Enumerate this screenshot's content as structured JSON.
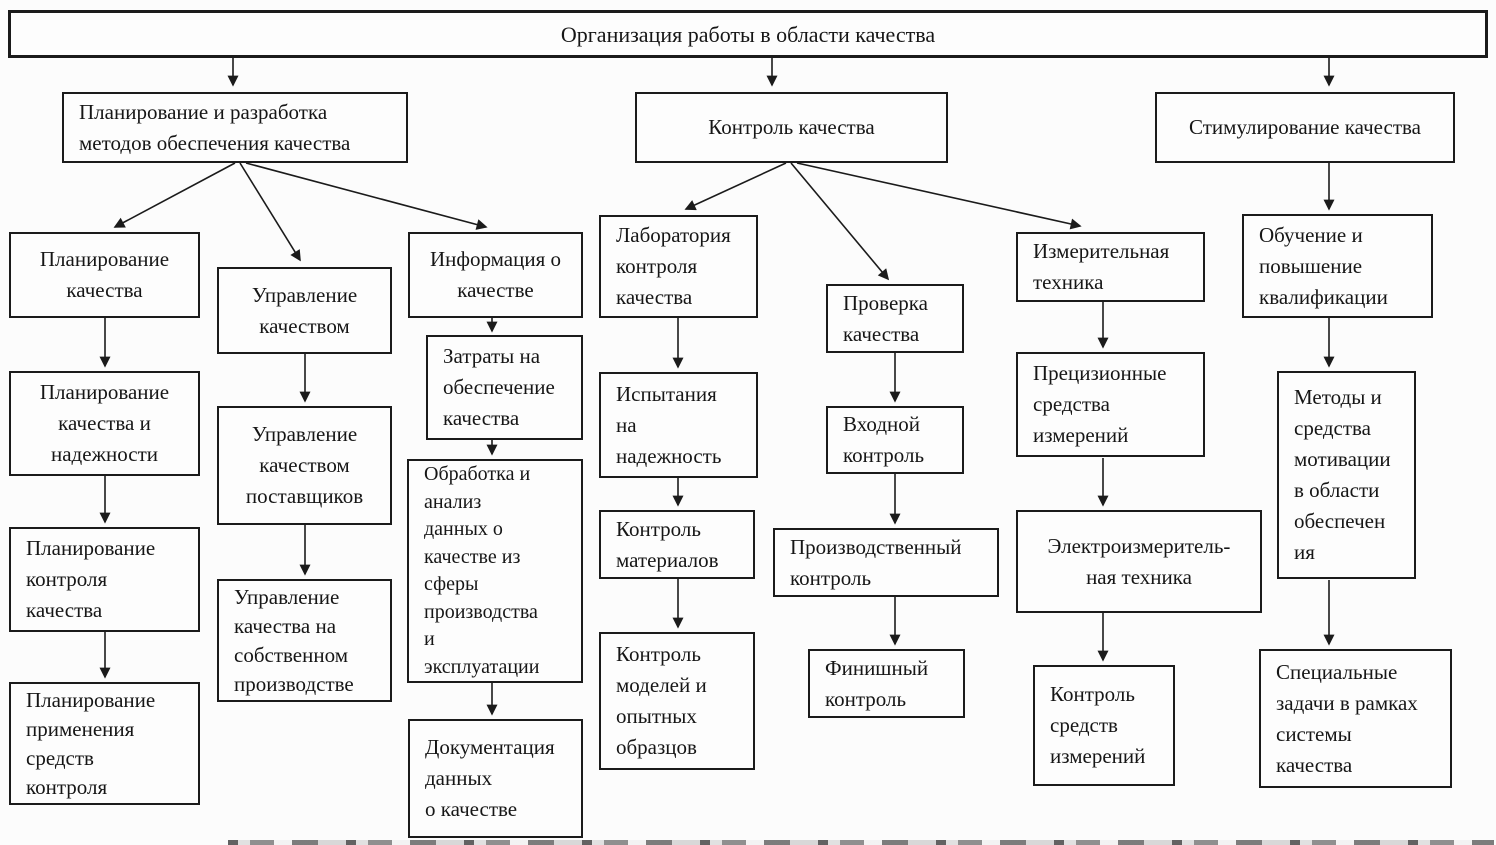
{
  "colors": {
    "box_border": "#1b1b1b",
    "text": "#161616",
    "background": "#fcfcfc"
  },
  "root": {
    "label": "Организация работы в области качества"
  },
  "level1": {
    "planning_dev": {
      "label": "Планирование и разработка\nметодов обеспечения качества"
    },
    "quality_control": {
      "label": "Контроль качества"
    },
    "stimulation": {
      "label": "Стимулирование качества"
    }
  },
  "planning_branch": {
    "plan_quality": {
      "label": "Планирование\nкачества"
    },
    "plan_quality_reliability": {
      "label": "Планирование\nкачества и\nнадежности"
    },
    "plan_quality_control": {
      "label": "Планирование\nконтроля\nкачества"
    },
    "plan_control_means": {
      "label": "Планирование\nприменения\nсредств\nконтроля"
    },
    "quality_management": {
      "label": "Управление\nкачеством"
    },
    "supplier_quality_management": {
      "label": "Управление\nкачеством\nпоставщиков"
    },
    "own_production_quality_management": {
      "label": "Управление\nкачества на\nсобственном\nпроизводстве"
    },
    "quality_information": {
      "label": "Информация о\nкачестве"
    },
    "quality_costs": {
      "label": "Затраты на\nобеспечение\nкачества"
    },
    "data_processing": {
      "label": "Обработка и\nанализ\nданных о\nкачестве из\nсферы\nпроизводства\nи\nэксплуатации"
    },
    "data_documentation": {
      "label": "Документация\nданных\nо качестве"
    }
  },
  "control_branch": {
    "quality_control_lab": {
      "label": "Лаборатория\nконтроля\nкачества"
    },
    "reliability_tests": {
      "label": "Испытания\nна\nнадежность"
    },
    "materials_control": {
      "label": "Контроль\nматериалов"
    },
    "models_control": {
      "label": "Контроль\nмоделей и\nопытных\nобразцов"
    },
    "quality_check": {
      "label": "Проверка\nкачества"
    },
    "input_control": {
      "label": "Входной\nконтроль"
    },
    "production_control": {
      "label": "Производственный\nконтроль"
    },
    "finish_control": {
      "label": "Финишный\nконтроль"
    },
    "measuring_equipment": {
      "label": "Измерительная\nтехника"
    },
    "precision_instruments": {
      "label": "Прецизионные\nсредства\nизмерений"
    },
    "electrical_measuring": {
      "label": "Электроизмеритель-\nная техника"
    },
    "measuring_instruments_control": {
      "label": "Контроль\nсредств\nизмерений"
    }
  },
  "stimulation_branch": {
    "training": {
      "label": "Обучение и\nповышение\nквалификации"
    },
    "motivation_methods": {
      "label": "Методы и\nсредства\nмотивации\nв области\nобеспечен\nия"
    },
    "special_tasks": {
      "label": "Специальные\nзадачи в рамках\nсистемы\nкачества"
    }
  }
}
